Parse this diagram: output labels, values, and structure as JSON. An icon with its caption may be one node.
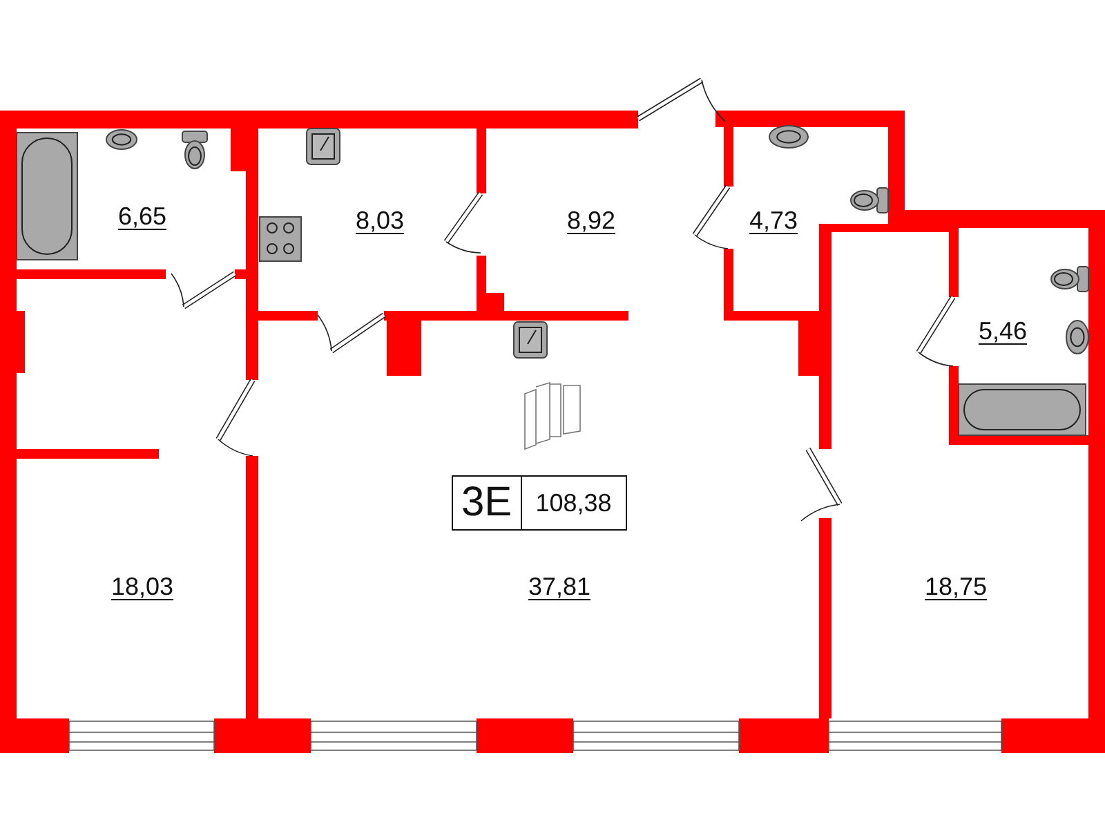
{
  "diagram": {
    "nodes": [
      {
        "text": [
          "6,65"
        ]
      },
      {
        "text": [
          "8,03"
        ]
      },
      {
        "text": [
          "8,92"
        ]
      },
      {
        "text": [
          "4,73"
        ]
      },
      {
        "text": [
          "5,46"
        ]
      },
      {
        "text": [
          "3E",
          "108,38"
        ]
      },
      {
        "text": [
          "18,03"
        ]
      },
      {
        "text": [
          "37,81"
        ]
      },
      {
        "text": [
          "18,75"
        ]
      }
    ]
  }
}
